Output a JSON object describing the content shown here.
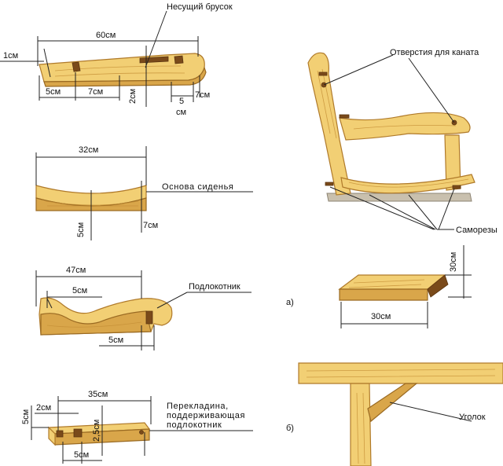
{
  "labels": {
    "bearing_bar": "Несущий брусок",
    "seat_base": "Основа сиденья",
    "armrest": "Подлокотник",
    "crossbar_line1": "Перекладина,",
    "crossbar_line2": "поддерживающая",
    "crossbar_line3": "подлокотник",
    "rope_holes": "Отверстия  для каната",
    "screws": "Саморезы",
    "corner": "Уголок",
    "fig_a": "а)",
    "fig_b": "б)"
  },
  "dims": {
    "bar_len": "60см",
    "bar_edge": "1см",
    "bar_5a": "5см",
    "bar_7a": "7см",
    "bar_2": "2см",
    "bar_5b": "5",
    "bar_5b_unit": "см",
    "bar_7b": "7см",
    "seat_len": "32см",
    "seat_h5": "5см",
    "seat_h7": "7см",
    "arm_len": "47см",
    "arm_5a": "5см",
    "arm_5b": "5см",
    "cross_len": "35см",
    "cross_2": "2см",
    "cross_5v": "5см",
    "cross_25": "2,5см",
    "cross_5b": "5см",
    "block_30w": "30см",
    "block_30h": "30см"
  }
}
